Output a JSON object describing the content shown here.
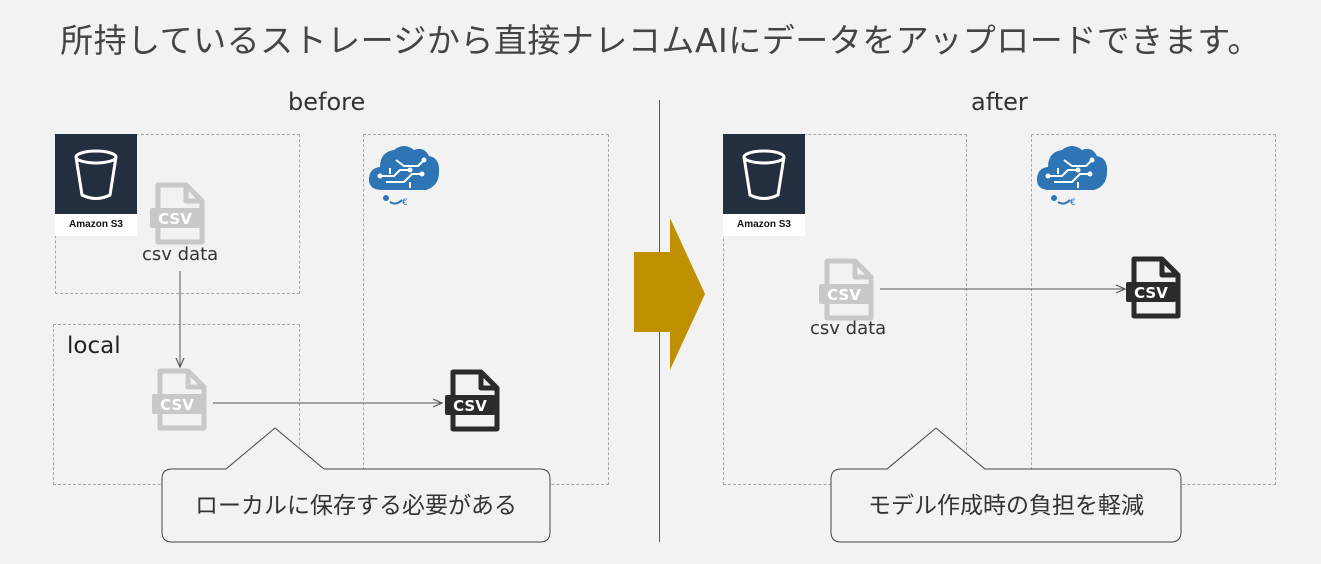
{
  "header": {
    "title": "所持しているストレージから直接ナレコムAIにデータをアップロードできます。"
  },
  "before": {
    "label": "before",
    "s3_caption": "Amazon S3",
    "csv_file_label": "csv data",
    "local_label": "local",
    "file_tag": "CSV",
    "callout": "ローカルに保存する必要がある"
  },
  "after": {
    "label": "after",
    "s3_caption": "Amazon S3",
    "csv_file_label": "csv data",
    "file_tag": "CSV",
    "callout": "モデル作成時の負担を軽減"
  },
  "colors": {
    "arrow": "#bf9000",
    "aws_dark": "#232f3e",
    "cloud_blue": "#2e75b6",
    "file_gray": "#c8c8c8",
    "file_dark": "#2b2b2b"
  }
}
